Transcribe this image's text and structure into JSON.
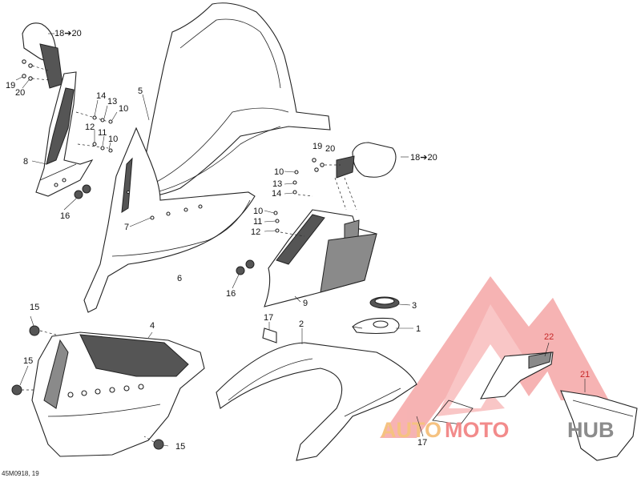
{
  "labels": {
    "l18_20_top": "18➔20",
    "l19_left": "19",
    "l20_left": "20",
    "l14_left": "14",
    "l13_left": "13",
    "l10_left_a": "10",
    "l12_left": "12",
    "l11_left": "11",
    "l10_left_b": "10",
    "l8": "8",
    "l16_left": "16",
    "l5": "5",
    "l7": "7",
    "l6": "6",
    "l19_right": "19",
    "l20_right": "20",
    "l18_20_right": "18➔20",
    "l10_right_a": "10",
    "l13_right": "13",
    "l14_right": "14",
    "l10_right_b": "10",
    "l11_right": "11",
    "l12_right": "12",
    "l16_right": "16",
    "l9": "9",
    "l3": "3",
    "l1": "1",
    "l15_top": "15",
    "l4": "4",
    "l15_mid": "15",
    "l15_bot": "15",
    "l17_top": "17",
    "l2": "2",
    "l17_bot": "17",
    "l22": "22",
    "l21": "21"
  },
  "watermark": {
    "part1": "AUTO",
    "part2": "MOTO",
    "part3": "HUB",
    "color_red": "#f28b8b",
    "color_orange": "#f5c281",
    "color_gray": "#8c8c8c"
  },
  "drawing_code": "45M0918, 19"
}
